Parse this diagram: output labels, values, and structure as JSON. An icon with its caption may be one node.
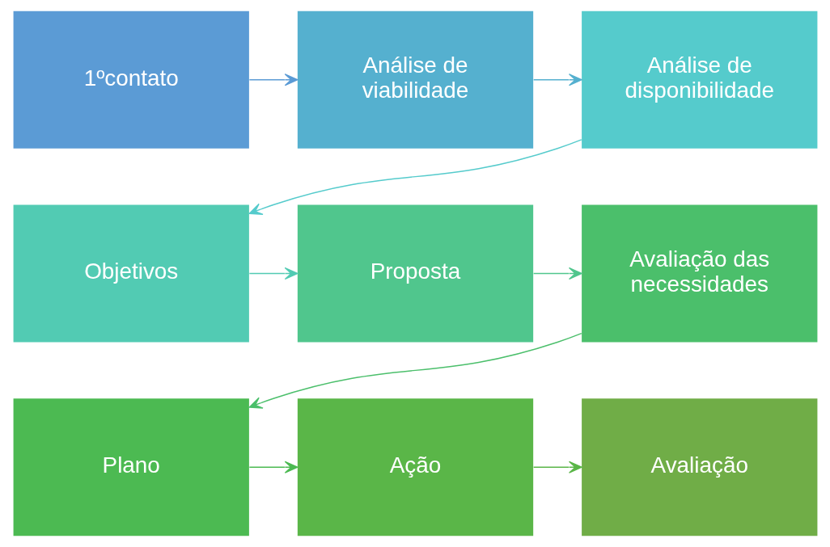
{
  "diagram": {
    "nodes": [
      {
        "text": [
          "1ºcontato"
        ]
      },
      {
        "text": [
          "Análise de viabilidade"
        ]
      },
      {
        "text": [
          "Análise de disponibilidade"
        ]
      },
      {
        "text": [
          "Objetivos"
        ]
      },
      {
        "text": [
          "Proposta"
        ]
      },
      {
        "text": [
          "Avaliação das necessidades"
        ]
      },
      {
        "text": [
          "Plano"
        ]
      },
      {
        "text": [
          "Ação"
        ]
      },
      {
        "text": [
          "Avaliação"
        ]
      }
    ],
    "edges": [
      {
        "from": 0,
        "to": 1,
        "arrow": "to",
        "color": "#5b9bd5"
      },
      {
        "from": 1,
        "to": 2,
        "arrow": "to",
        "color": "#55b0cf"
      },
      {
        "from": 2,
        "to": 3,
        "arrow": "to",
        "color": "#55cbcc"
      },
      {
        "from": 3,
        "to": 4,
        "arrow": "to",
        "color": "#52cbb3"
      },
      {
        "from": 4,
        "to": 5,
        "arrow": "to",
        "color": "#50c68d"
      },
      {
        "from": 5,
        "to": 6,
        "arrow": "to",
        "color": "#4bbf6b"
      },
      {
        "from": 6,
        "to": 7,
        "arrow": "to",
        "color": "#4cba52"
      },
      {
        "from": 7,
        "to": 8,
        "arrow": "to",
        "color": "#5ab648"
      }
    ]
  }
}
